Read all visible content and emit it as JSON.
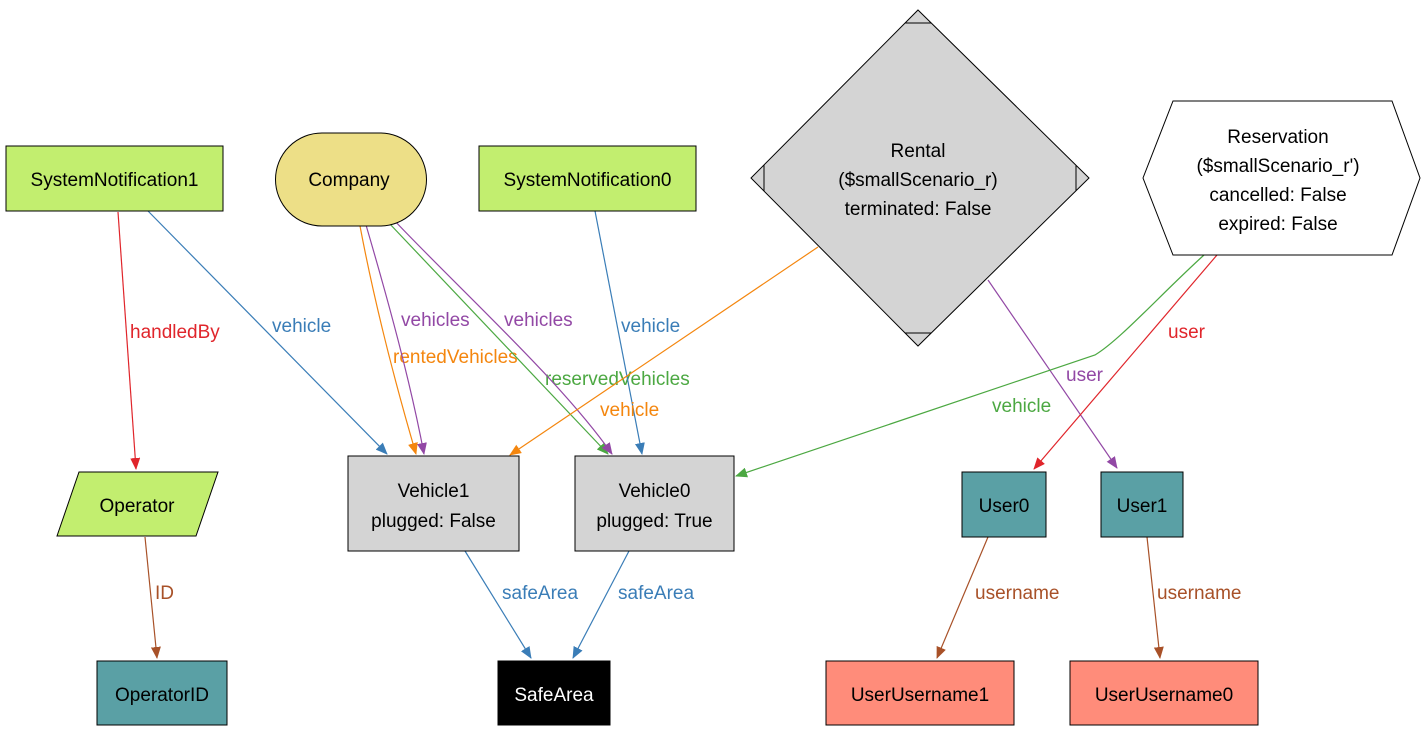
{
  "colors": {
    "green": "#c2ee6f",
    "yellow": "#eddf87",
    "gray": "#d4d4d4",
    "teal": "#5aa0a5",
    "salmon": "#ff8c7a",
    "black": "#000000",
    "white": "#ffffff",
    "blue": "#3a7db7",
    "red": "#e0252b",
    "orange": "#f4860e",
    "purple": "#9248a5",
    "green_edge": "#4ca842",
    "brown": "#a85128"
  },
  "nodes": {
    "system_notification1": {
      "lines": [
        "SystemNotification1"
      ]
    },
    "company": {
      "lines": [
        "Company"
      ]
    },
    "system_notification0": {
      "lines": [
        "SystemNotification0"
      ]
    },
    "rental": {
      "lines": [
        "Rental",
        "($smallScenario_r)",
        "terminated: False"
      ]
    },
    "reservation": {
      "lines": [
        "Reservation",
        "($smallScenario_r')",
        "cancelled: False",
        "expired: False"
      ]
    },
    "operator": {
      "lines": [
        "Operator"
      ]
    },
    "vehicle1": {
      "lines": [
        "Vehicle1",
        "plugged: False"
      ]
    },
    "vehicle0": {
      "lines": [
        "Vehicle0",
        "plugged: True"
      ]
    },
    "user0": {
      "lines": [
        "User0"
      ]
    },
    "user1": {
      "lines": [
        "User1"
      ]
    },
    "operator_id": {
      "lines": [
        "OperatorID"
      ]
    },
    "safe_area": {
      "lines": [
        "SafeArea"
      ]
    },
    "user_username1": {
      "lines": [
        "UserUsername1"
      ]
    },
    "user_username0": {
      "lines": [
        "UserUsername0"
      ]
    }
  },
  "edges": {
    "sn1_handled_by": "handledBy",
    "sn1_vehicle": "vehicle",
    "company_rented_vehicles": "rentedVehicles",
    "company_vehicles_1": "vehicles",
    "company_reserved_vehicles": "reservedVehicles",
    "company_vehicles_0": "vehicles",
    "sn0_vehicle": "vehicle",
    "rental_vehicle": "vehicle",
    "rental_user": "user",
    "reservation_vehicle": "vehicle",
    "reservation_user": "user",
    "operator_id": "ID",
    "vehicle1_safe_area": "safeArea",
    "vehicle0_safe_area": "safeArea",
    "user0_username": "username",
    "user1_username": "username"
  }
}
